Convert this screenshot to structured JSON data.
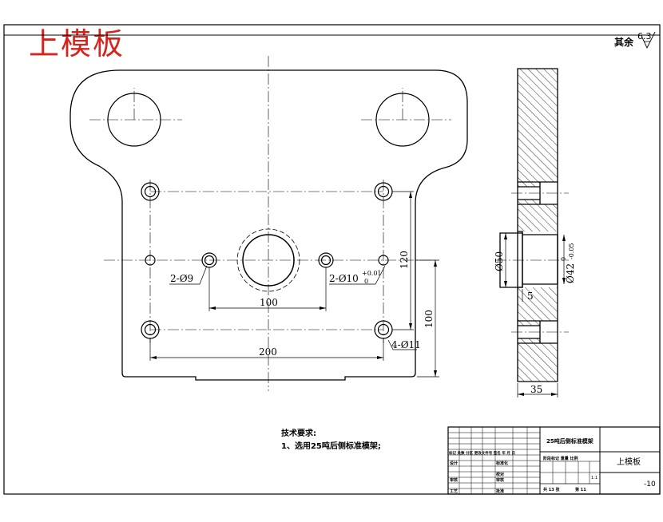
{
  "title": "上模板",
  "surface_finish": {
    "prefix": "其余",
    "value": "6.3"
  },
  "dimensions": {
    "hole_9": "2-Ø9",
    "hole_10": "2-Ø10",
    "hole_10_tol": "+0.01",
    "hole_10_tol_zero": "0",
    "hole_11": "4-Ø11",
    "pitch_100": "100",
    "pitch_200": "200",
    "pitch_120": "120",
    "pitch_100_v": "100",
    "boss_dia": "Ø50",
    "bore_dia": "Ø42",
    "bore_tol_upper": "0",
    "bore_tol_lower": "-0.05",
    "step": "5",
    "thickness": "35"
  },
  "notes": {
    "heading": "技术要求:",
    "item1": "1、选用25吨后侧标准模架;"
  },
  "title_block": {
    "assembly": "25吨后侧标准模架",
    "part_name": "上模板",
    "drawing_no": "-10",
    "scale": "1:1",
    "sheet_total": "共 13 张",
    "sheet_no": "第 11",
    "header_row": "标记 处数 分区 更改文件号 签名 年 月 日",
    "labels": {
      "design": "设计",
      "standardize": "标准化",
      "review": "审核",
      "process": "工艺",
      "proof": "校对",
      "approve": "批准",
      "check": "审核",
      "stage": "阶段标记 重量 比例"
    }
  }
}
